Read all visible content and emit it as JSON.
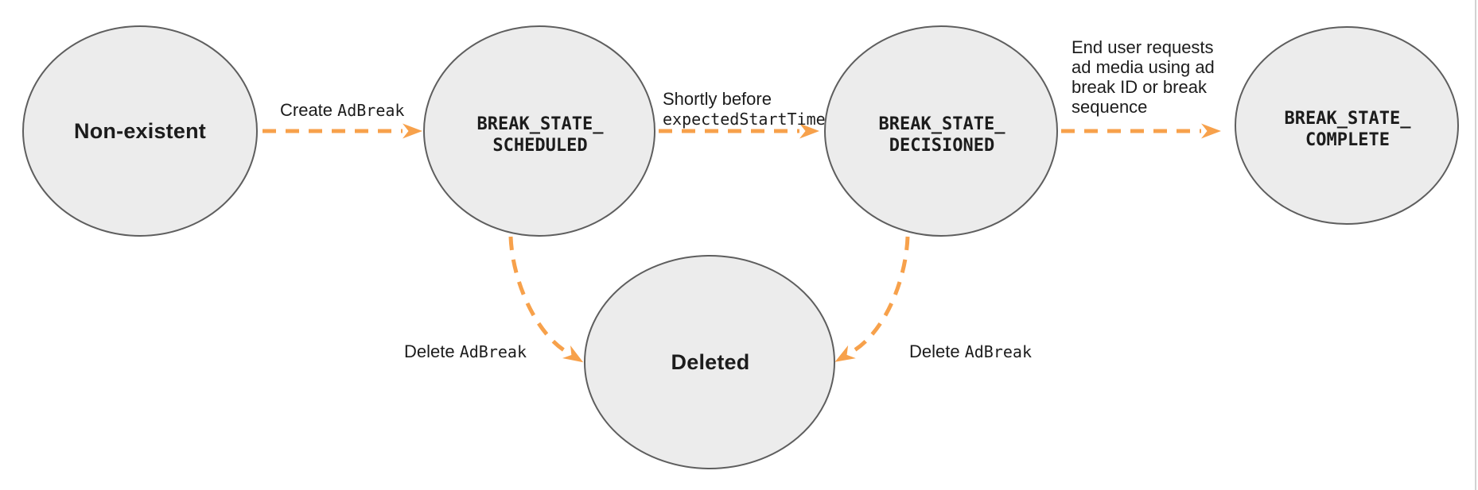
{
  "colors": {
    "arrow": "#F7A14B",
    "node-fill": "#ECECEC",
    "node-stroke": "#5E5E5E",
    "text": "#1C1C1C",
    "page-border": "#D2D2D2"
  },
  "nodes": {
    "non_existent": {
      "label": "Non-existent"
    },
    "scheduled": {
      "label": "BREAK_STATE_\nSCHEDULED"
    },
    "decisioned": {
      "label": "BREAK_STATE_\nDECISIONED"
    },
    "complete": {
      "label": "BREAK_STATE_\nCOMPLETE"
    },
    "deleted": {
      "label": "Deleted"
    }
  },
  "edges": {
    "create": {
      "prefix": "Create ",
      "code": "AdBreak"
    },
    "decision": {
      "prefix": "Shortly before\n",
      "code": "expectedStartTime"
    },
    "complete": {
      "text": "End user requests\nad media using ad\nbreak ID or break\nsequence"
    },
    "delete_left": {
      "prefix": "Delete ",
      "code": "AdBreak"
    },
    "delete_right": {
      "prefix": "Delete ",
      "code": "AdBreak"
    }
  }
}
